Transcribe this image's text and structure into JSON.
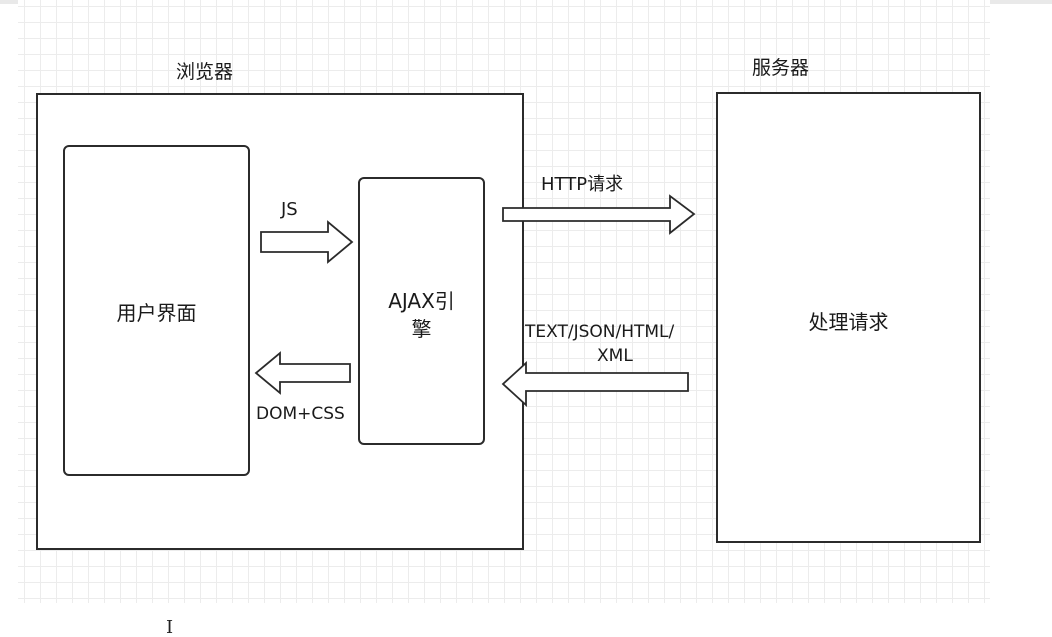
{
  "diagram": {
    "browser": {
      "title": "浏览器",
      "ui": {
        "label": "用户界面"
      },
      "ajax": {
        "line1": "AJAX引",
        "line2": "擎"
      }
    },
    "server": {
      "title": "服务器",
      "processing": {
        "label": "处理请求"
      }
    },
    "arrows": {
      "js": "JS",
      "dom_css": "DOM+CSS",
      "http_request": "HTTP请求",
      "response_line1": "TEXT/JSON/HTML/",
      "response_line2": "XML"
    },
    "cursor_glyph": "I",
    "colors": {
      "stroke": "#2b2b2b",
      "grid": "#ececec",
      "fill": "#ffffff"
    }
  }
}
